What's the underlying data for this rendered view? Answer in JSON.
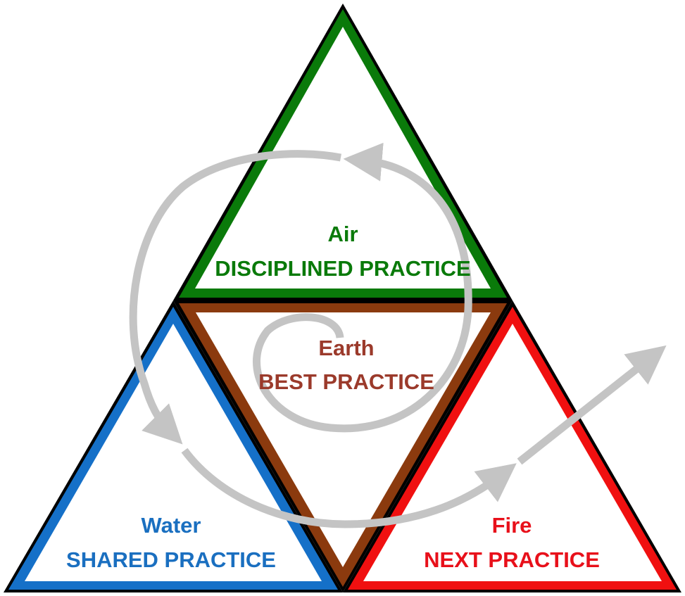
{
  "air": {
    "element": "Air",
    "practice": "DISCIPLINED PRACTICE",
    "color": "#0A7A0A"
  },
  "earth": {
    "element": "Earth",
    "practice": "BEST PRACTICE",
    "color": "#9B3A2B",
    "border_color": "#8B3A0E"
  },
  "water": {
    "element": "Water",
    "practice": "SHARED PRACTICE",
    "color": "#1A6FC0",
    "border_color": "#1570C8"
  },
  "fire": {
    "element": "Fire",
    "practice": "NEXT PRACTICE",
    "color": "#E8101A",
    "border_color": "#F01010"
  },
  "spiral": {
    "color": "#C4C4C4"
  },
  "outline_color": "#000000"
}
